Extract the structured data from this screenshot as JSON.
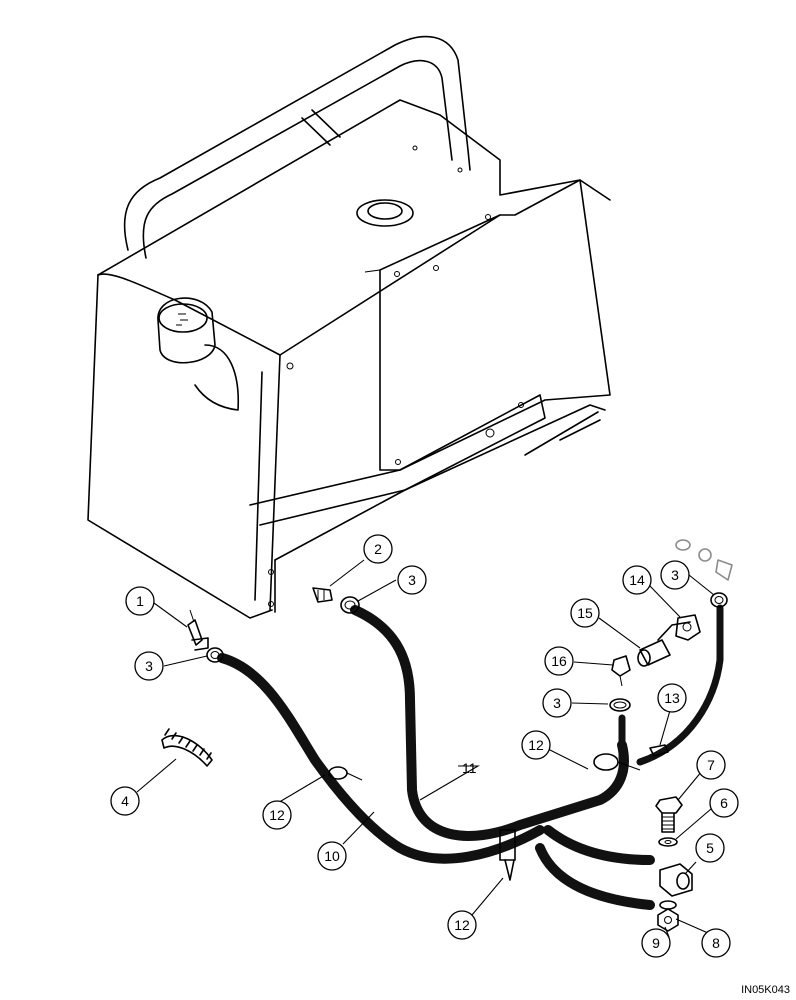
{
  "figure_id": "IN05K043",
  "callouts": [
    {
      "n": "1"
    },
    {
      "n": "2"
    },
    {
      "n": "3"
    },
    {
      "n": "3"
    },
    {
      "n": "3"
    },
    {
      "n": "3"
    },
    {
      "n": "4"
    },
    {
      "n": "5"
    },
    {
      "n": "6"
    },
    {
      "n": "7"
    },
    {
      "n": "8"
    },
    {
      "n": "9"
    },
    {
      "n": "10"
    },
    {
      "n": "11"
    },
    {
      "n": "12"
    },
    {
      "n": "12"
    },
    {
      "n": "12"
    },
    {
      "n": "13"
    },
    {
      "n": "14"
    },
    {
      "n": "15"
    },
    {
      "n": "16"
    }
  ]
}
